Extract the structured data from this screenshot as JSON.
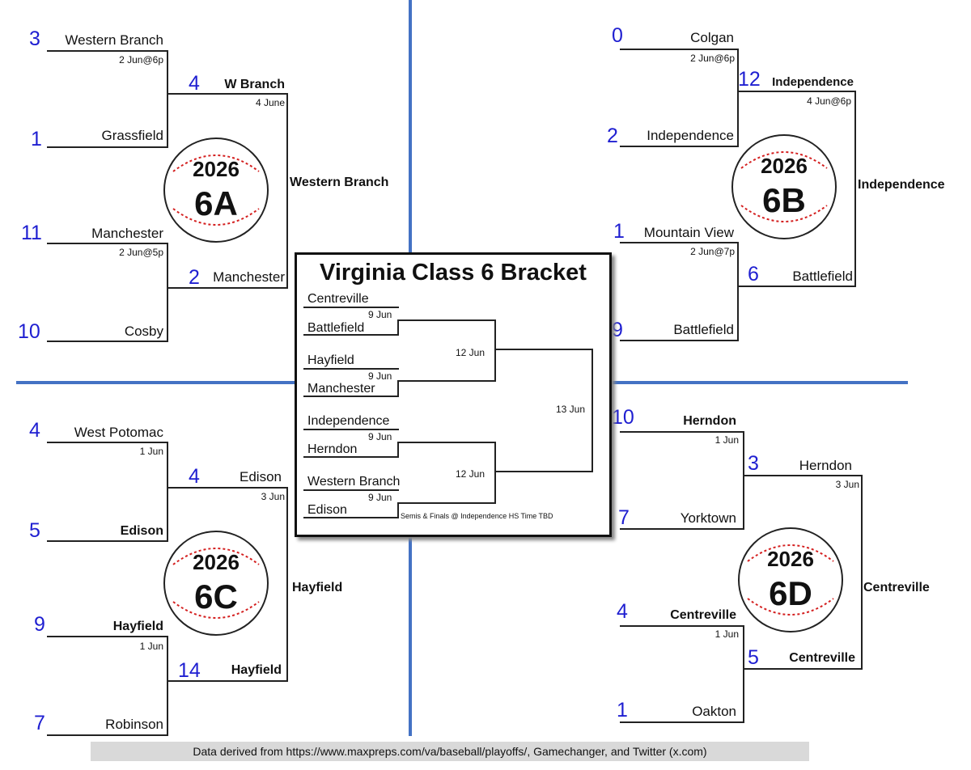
{
  "center": {
    "title": "Virginia Class 6 Bracket",
    "semis": [
      {
        "top": "Centreville",
        "bottom": "Battlefield",
        "date": "9 Jun"
      },
      {
        "top": "Hayfield",
        "bottom": "Manchester",
        "date": "9 Jun"
      },
      {
        "top": "Independence",
        "bottom": "Herndon",
        "date": "9 Jun"
      },
      {
        "top": "Western Branch",
        "bottom": "Edison",
        "date": "9 Jun"
      }
    ],
    "finals_dates": [
      "12 Jun",
      "12 Jun"
    ],
    "championship_date": "13 Jun",
    "note": "Semis & Finals @ Independence HS Time TBD"
  },
  "regions": {
    "A": {
      "ball_year": "2026",
      "ball_class": "6A",
      "t1": {
        "seed": "3",
        "name": "Western Branch"
      },
      "t2": {
        "seed": "1",
        "name": "Grassfield"
      },
      "t3": {
        "seed": "11",
        "name": "Manchester"
      },
      "t4": {
        "seed": "10",
        "name": "Cosby"
      },
      "d1": "2 Jun@6p",
      "d2": "2 Jun@5p",
      "w1": {
        "seed": "4",
        "name": "W Branch"
      },
      "w2": {
        "seed": "2",
        "name": "Manchester"
      },
      "d3": "4 June",
      "champ": "Western Branch"
    },
    "B": {
      "ball_year": "2026",
      "ball_class": "6B",
      "t1": {
        "seed": "0",
        "name": "Colgan"
      },
      "t2": {
        "seed": "2",
        "name": "Independence"
      },
      "t3": {
        "seed": "1",
        "name": "Mountain View"
      },
      "t4": {
        "seed": "9",
        "name": "Battlefield"
      },
      "d1": "2 Jun@6p",
      "d2": "2 Jun@7p",
      "w1": {
        "seed": "12",
        "name": "Independence"
      },
      "w2": {
        "seed": "6",
        "name": "Battlefield"
      },
      "d3": "4 Jun@6p",
      "champ": "Independence"
    },
    "C": {
      "ball_year": "2026",
      "ball_class": "6C",
      "t1": {
        "seed": "4",
        "name": "West Potomac"
      },
      "t2": {
        "seed": "5",
        "name": "Edison"
      },
      "t3": {
        "seed": "9",
        "name": "Hayfield"
      },
      "t4": {
        "seed": "7",
        "name": "Robinson"
      },
      "d1": "1 Jun",
      "d2": "1 Jun",
      "w1": {
        "seed": "4",
        "name": "Edison"
      },
      "w2": {
        "seed": "14",
        "name": "Hayfield"
      },
      "d3": "3 Jun",
      "champ": "Hayfield"
    },
    "D": {
      "ball_year": "2026",
      "ball_class": "6D",
      "t1": {
        "seed": "10",
        "name": "Herndon"
      },
      "t2": {
        "seed": "7",
        "name": "Yorktown"
      },
      "t3": {
        "seed": "4",
        "name": "Centreville"
      },
      "t4": {
        "seed": "1",
        "name": "Oakton"
      },
      "d1": "1 Jun",
      "d2": "1 Jun",
      "w1": {
        "seed": "3",
        "name": "Herndon"
      },
      "w2": {
        "seed": "5",
        "name": "Centreville"
      },
      "d3": "3 Jun",
      "champ": "Centreville"
    }
  },
  "footer": "Data derived from https://www.maxpreps.com/va/baseball/playoffs/, Gamechanger, and Twitter (x.com)",
  "colors": {
    "separator": "#4472c4",
    "seed": "#1f1fd1",
    "stitch": "#d42020"
  }
}
